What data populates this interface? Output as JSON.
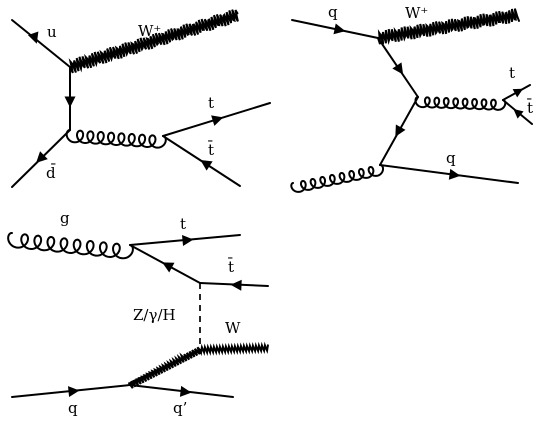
{
  "colors": {
    "line": "#000000",
    "background": "#ffffff"
  },
  "diagrams": [
    {
      "labels": {
        "u": "u",
        "W": "W⁺",
        "t": "t",
        "tbar": "t̄",
        "dbar": "d̄"
      }
    },
    {
      "labels": {
        "q_in": "q",
        "W": "W⁺",
        "t": "t",
        "tbar": "t̄",
        "q_out": "q"
      }
    },
    {
      "labels": {
        "g": "g",
        "t": "t",
        "tbar": "t̄",
        "boson": "Z/γ/H",
        "W": "W",
        "q_in": "q",
        "q_out": "q’"
      }
    }
  ]
}
